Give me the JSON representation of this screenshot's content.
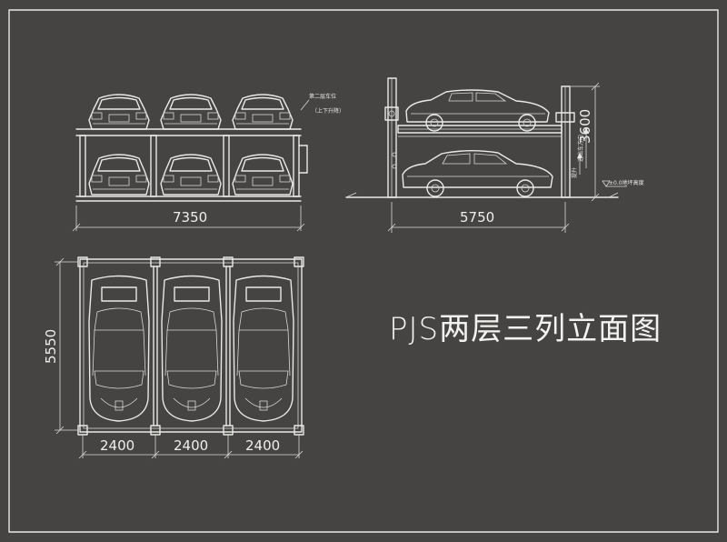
{
  "title": "PJS两层三列立面图",
  "front_view": {
    "width_label": "7350",
    "note_upper": "第二层车位",
    "note_lower": "（上下升降）"
  },
  "side_view": {
    "length_label": "5750",
    "height_label": "3600",
    "note_direction": "进出车方向",
    "note_lift": "提升",
    "note_ground": "±0.0地坪高度"
  },
  "plan_view": {
    "depth_label": "5550",
    "bay_labels": [
      "2400",
      "2400",
      "2400"
    ]
  },
  "colors": {
    "background": "#454443",
    "line": "#e9e9e6"
  }
}
